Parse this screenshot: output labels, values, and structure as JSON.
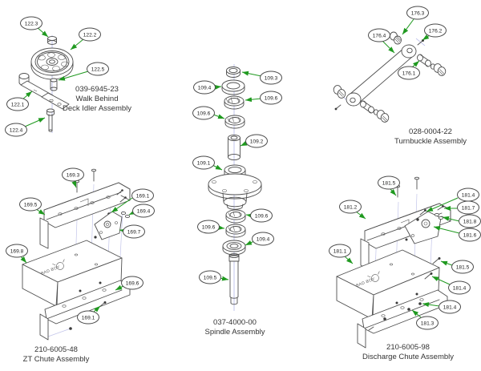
{
  "figure": {
    "background": "#ffffff",
    "line_color": "#4f4f4f",
    "centerline_color": "#b3b6e8",
    "arrow_color": "#1f991f",
    "callout_text_color": "#222222"
  },
  "brand_logo_text": "BAD BOY",
  "assemblies": [
    {
      "id": "walk-behind-deck-idler",
      "part_number": "039-6945-23",
      "name": "Walk Behind Deck Idler Assembly",
      "caption_lines": [
        "039-6945-23",
        "Walk Behind",
        "Deck Idler Assembly"
      ],
      "callouts": [
        "122.3",
        "122.2",
        "122.5",
        "122.1",
        "122.4"
      ]
    },
    {
      "id": "turnbuckle",
      "part_number": "028-0004-22",
      "name": "Turnbuckle Assembly",
      "caption_lines": [
        "028-0004-22",
        "Turnbuckle Assembly"
      ],
      "callouts": [
        "176.3",
        "176.2",
        "176.4",
        "176.1"
      ]
    },
    {
      "id": "spindle",
      "part_number": "037-4000-00",
      "name": "Spindle Assembly",
      "caption_lines": [
        "037-4000-00",
        "Spindle Assembly"
      ],
      "callouts": [
        "109.3",
        "109.4",
        "109.6",
        "109.6",
        "109.2",
        "109.1",
        "109.6",
        "109.6",
        "109.4",
        "109.5"
      ]
    },
    {
      "id": "zt-chute",
      "part_number": "210-6005-48",
      "name": "ZT Chute Assembly",
      "caption_lines": [
        "210-6005-48",
        "ZT Chute Assembly"
      ],
      "callouts": [
        "169.3",
        "169.5",
        "169.1",
        "169.4",
        "169.7",
        "169.8",
        "169.6",
        "169.1"
      ]
    },
    {
      "id": "discharge-chute",
      "part_number": "210-6005-98",
      "name": "Discharge Chute Assembly",
      "caption_lines": [
        "210-6005-98",
        "Discharge Chute Assembly"
      ],
      "callouts": [
        "181.5",
        "181.4",
        "181.2",
        "181.7",
        "181.8",
        "181.6",
        "181.1",
        "181.5",
        "181.4",
        "181.4",
        "181.3"
      ]
    }
  ]
}
